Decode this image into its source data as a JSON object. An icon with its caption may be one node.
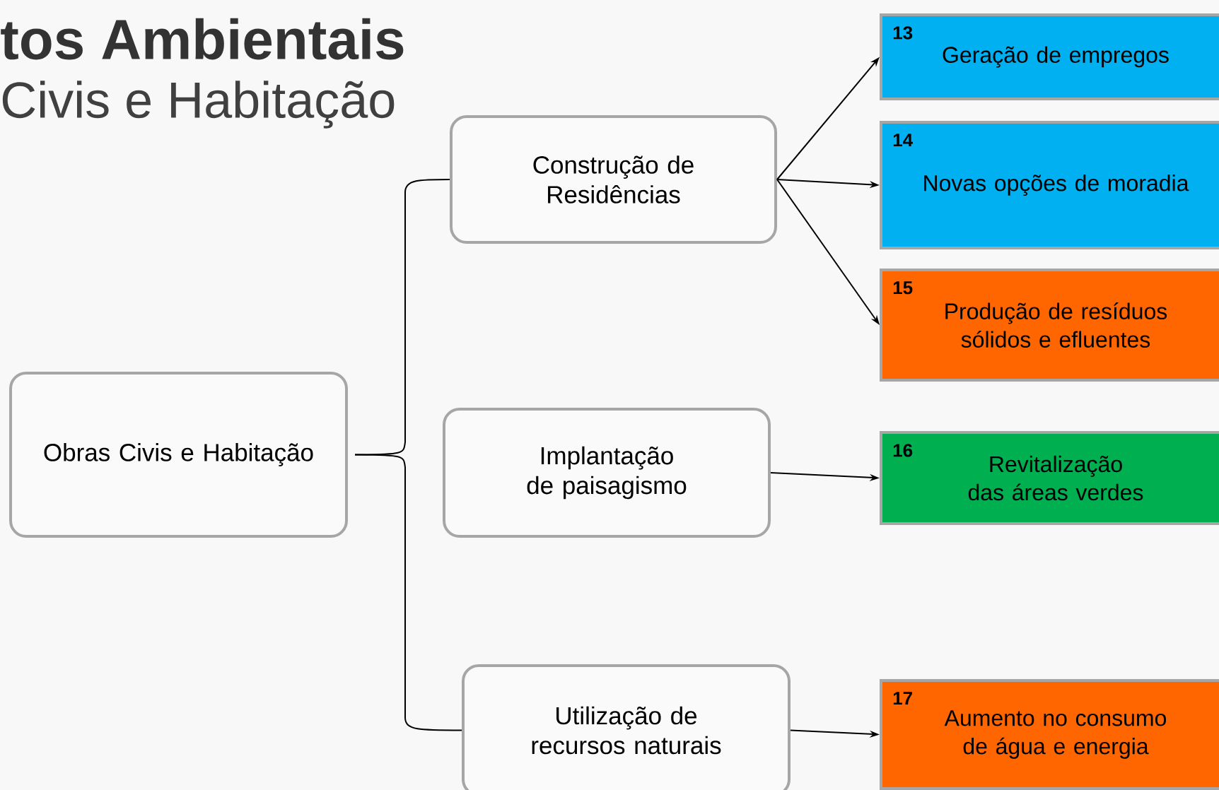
{
  "diagram": {
    "title": "tos Ambientais",
    "nodes": [
      {
        "text": [
          "Obras Civis e Habitação"
        ]
      },
      {
        "text": [
          "Construção de Residências"
        ]
      },
      {
        "text": [
          "Implantação de paisagismo"
        ]
      },
      {
        "text": [
          "Utilização de recursos naturais"
        ]
      },
      {
        "text": [
          "13",
          "Geração de empregos"
        ]
      },
      {
        "text": [
          "14",
          "Novas opções de moradia"
        ]
      },
      {
        "text": [
          "15",
          "Produção de resíduos sólidos e efluentes"
        ]
      },
      {
        "text": [
          "16",
          "Revitalização das áreas verdes"
        ]
      },
      {
        "text": [
          "17",
          "Aumento no consumo de água e energia"
        ]
      }
    ],
    "edges": [
      {
        "from": 0,
        "to": 1,
        "arrow": "none"
      },
      {
        "from": 0,
        "to": 3,
        "arrow": "none"
      },
      {
        "from": 1,
        "to": 4,
        "arrow": "to"
      },
      {
        "from": 1,
        "to": 5,
        "arrow": "to"
      },
      {
        "from": 1,
        "to": 6,
        "arrow": "to"
      },
      {
        "from": 2,
        "to": 7,
        "arrow": "to"
      },
      {
        "from": 3,
        "to": 8,
        "arrow": "to"
      }
    ],
    "labels": [
      "Civis e Habitação"
    ]
  }
}
